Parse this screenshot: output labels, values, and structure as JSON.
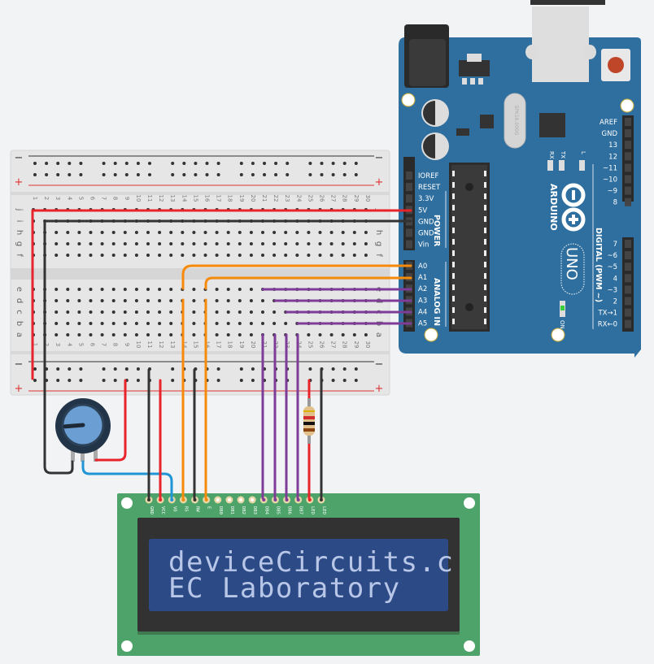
{
  "title": "Arduino UNO 16x2 LCD circuit",
  "colors": {
    "background": "#f2f3f5",
    "arduino_board": "#2f6f9f",
    "breadboard": "#e6e6e6",
    "lcd_pcb": "#4da36a",
    "lcd_screen": "#2c4a86",
    "lcd_text": "#b8c6e8",
    "wire_red": "#e8232a",
    "wire_black": "#333333",
    "wire_orange": "#f58a0b",
    "wire_purple": "#7d3c98",
    "wire_blue": "#1f95d5"
  },
  "arduino": {
    "brand": "ARDUINO",
    "model": "UNO",
    "crystal_marking": "SPK16.000G",
    "power_header_title": "POWER",
    "analog_header_title": "ANALOG IN",
    "digital_header_title": "DIGITAL (PWM ~)",
    "power_pins": [
      "IOREF",
      "RESET",
      "3.3V",
      "5V",
      "GND",
      "GND",
      "Vin"
    ],
    "analog_pins": [
      "A0",
      "A1",
      "A2",
      "A3",
      "A4",
      "A5"
    ],
    "digital_pins_top": [
      "AREF",
      "GND",
      "13",
      "12",
      "~11",
      "~10",
      "~9",
      "8"
    ],
    "digital_pins_bottom": [
      "7",
      "~6",
      "~5",
      "4",
      "~3",
      "2",
      "TX→1",
      "RX←0"
    ],
    "led_labels": {
      "rx": "RX",
      "tx": "TX",
      "l": "L",
      "on": "ON"
    }
  },
  "breadboard": {
    "columns": [
      "1",
      "2",
      "3",
      "4",
      "5",
      "6",
      "7",
      "8",
      "9",
      "10",
      "11",
      "12",
      "13",
      "14",
      "15",
      "16",
      "17",
      "18",
      "19",
      "20",
      "21",
      "22",
      "23",
      "24",
      "25",
      "26",
      "27",
      "28",
      "29",
      "30"
    ],
    "rows_top": [
      "j",
      "i",
      "h",
      "g",
      "f"
    ],
    "rows_bottom": [
      "e",
      "d",
      "c",
      "b",
      "a"
    ],
    "rail_minus": "−",
    "rail_plus": "+"
  },
  "lcd": {
    "pins": [
      "GND",
      "VCC",
      "VO",
      "RS",
      "RW",
      "E",
      "DB0",
      "DB1",
      "DB2",
      "DB3",
      "DB4",
      "DB5",
      "DB6",
      "DB7",
      "LED",
      "LED"
    ],
    "line1": "deviceCircuits.c",
    "line2": "EC Laboratory"
  },
  "resistor": {
    "bands": [
      "#e0b000",
      "#d32f2f",
      "#111111",
      "#8b4513"
    ]
  },
  "potentiometer": {
    "knob_position": 0.15
  }
}
